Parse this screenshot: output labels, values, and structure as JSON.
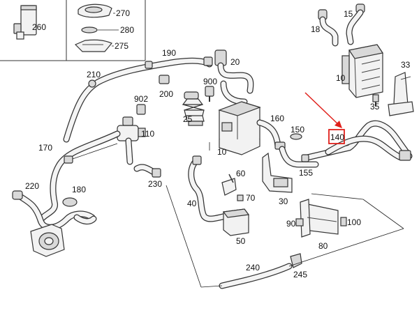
{
  "highlight_color": "#e0201b",
  "callouts": {
    "c260": "260",
    "c270": "270",
    "c280": "280",
    "c275": "275",
    "c190": "190",
    "c20": "20",
    "c18": "18",
    "c15": "15",
    "c10a": "10",
    "c33": "33",
    "c35": "35",
    "c210": "210",
    "c200": "200",
    "c900": "900",
    "c902": "902",
    "c25": "25",
    "c160": "160",
    "c150": "150",
    "c140": "140",
    "c110": "110",
    "c170": "170",
    "c10b": "10",
    "c155": "155",
    "c60": "60",
    "c70": "70",
    "c30": "30",
    "c220": "220",
    "c180": "180",
    "c230": "230",
    "c40": "40",
    "c90": "90",
    "c100": "100",
    "c50": "50",
    "c80": "80",
    "c240": "240",
    "c245": "245"
  }
}
